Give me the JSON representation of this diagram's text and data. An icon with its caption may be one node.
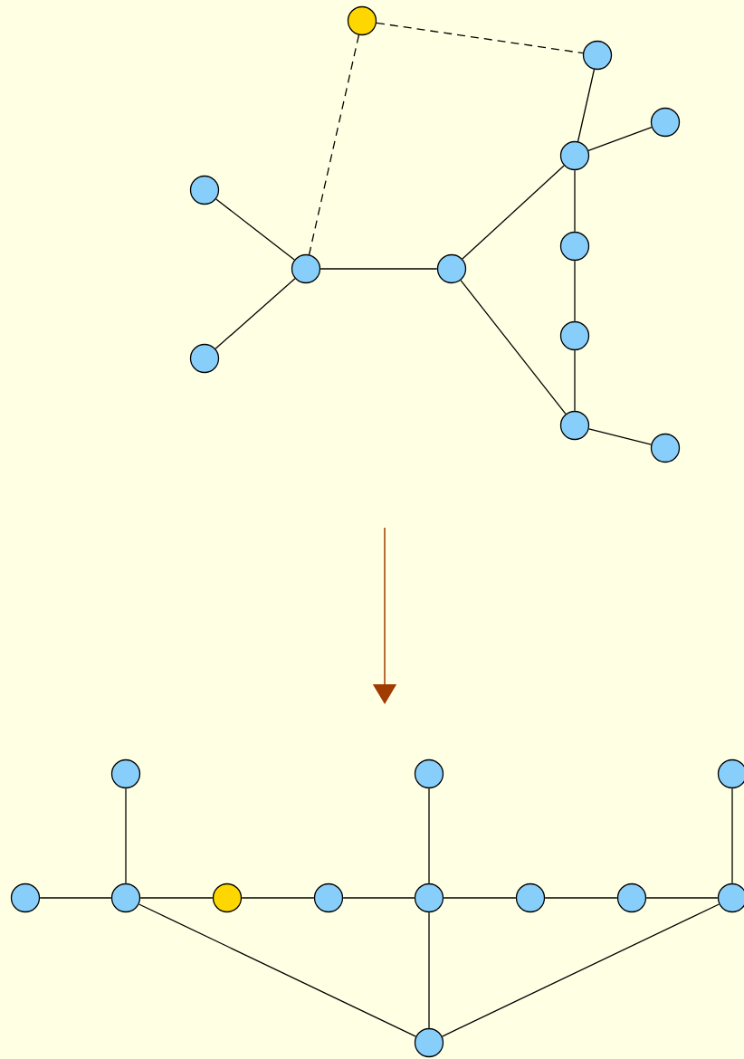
{
  "diagram": {
    "nodes": [
      {
        "text": [],
        "shape": "circle"
      },
      {
        "text": [],
        "shape": "circle"
      },
      {
        "text": [],
        "shape": "circle"
      },
      {
        "text": [],
        "shape": "circle"
      },
      {
        "text": [],
        "shape": "circle"
      },
      {
        "text": [],
        "shape": "circle"
      },
      {
        "text": [],
        "shape": "circle"
      },
      {
        "text": [],
        "shape": "circle"
      },
      {
        "text": [],
        "shape": "circle"
      },
      {
        "text": [],
        "shape": "circle"
      },
      {
        "text": [],
        "shape": "circle"
      },
      {
        "text": [],
        "shape": "circle"
      },
      {
        "text": [],
        "shape": "circle"
      },
      {
        "text": [],
        "shape": "circle"
      },
      {
        "text": [],
        "shape": "circle"
      },
      {
        "text": [],
        "shape": "circle"
      },
      {
        "text": [],
        "shape": "circle"
      },
      {
        "text": [],
        "shape": "circle"
      },
      {
        "text": [],
        "shape": "circle"
      },
      {
        "text": [],
        "shape": "circle"
      },
      {
        "text": [],
        "shape": "circle"
      },
      {
        "text": [],
        "shape": "circle"
      },
      {
        "text": [],
        "shape": "circle"
      },
      {
        "text": [],
        "shape": "circle"
      }
    ],
    "edges": [
      {
        "from": 0,
        "to": 6,
        "arrow": "none",
        "style": "dashed"
      },
      {
        "from": 0,
        "to": 1,
        "arrow": "none",
        "style": "dashed"
      },
      {
        "from": 1,
        "to": 4,
        "arrow": "none"
      },
      {
        "from": 4,
        "to": 2,
        "arrow": "none"
      },
      {
        "from": 3,
        "to": 6,
        "arrow": "none"
      },
      {
        "from": 9,
        "to": 6,
        "arrow": "none"
      },
      {
        "from": 6,
        "to": 7,
        "arrow": "none"
      },
      {
        "from": 7,
        "to": 4,
        "arrow": "none"
      },
      {
        "from": 7,
        "to": 10,
        "arrow": "none"
      },
      {
        "from": 4,
        "to": 5,
        "arrow": "none"
      },
      {
        "from": 5,
        "to": 8,
        "arrow": "none"
      },
      {
        "from": 8,
        "to": 10,
        "arrow": "none"
      },
      {
        "from": 10,
        "to": 11,
        "arrow": "none"
      },
      {
        "from": 12,
        "to": 16,
        "arrow": "none"
      },
      {
        "from": 13,
        "to": 19,
        "arrow": "none"
      },
      {
        "from": 14,
        "to": 22,
        "arrow": "none"
      },
      {
        "from": 15,
        "to": 16,
        "arrow": "none"
      },
      {
        "from": 16,
        "to": 17,
        "arrow": "none"
      },
      {
        "from": 17,
        "to": 18,
        "arrow": "none"
      },
      {
        "from": 18,
        "to": 19,
        "arrow": "none"
      },
      {
        "from": 19,
        "to": 20,
        "arrow": "none"
      },
      {
        "from": 20,
        "to": 21,
        "arrow": "none"
      },
      {
        "from": 21,
        "to": 22,
        "arrow": "none"
      },
      {
        "from": 16,
        "to": 23,
        "arrow": "none"
      },
      {
        "from": 19,
        "to": 23,
        "arrow": "none"
      },
      {
        "from": 22,
        "to": 23,
        "arrow": "none"
      }
    ]
  }
}
